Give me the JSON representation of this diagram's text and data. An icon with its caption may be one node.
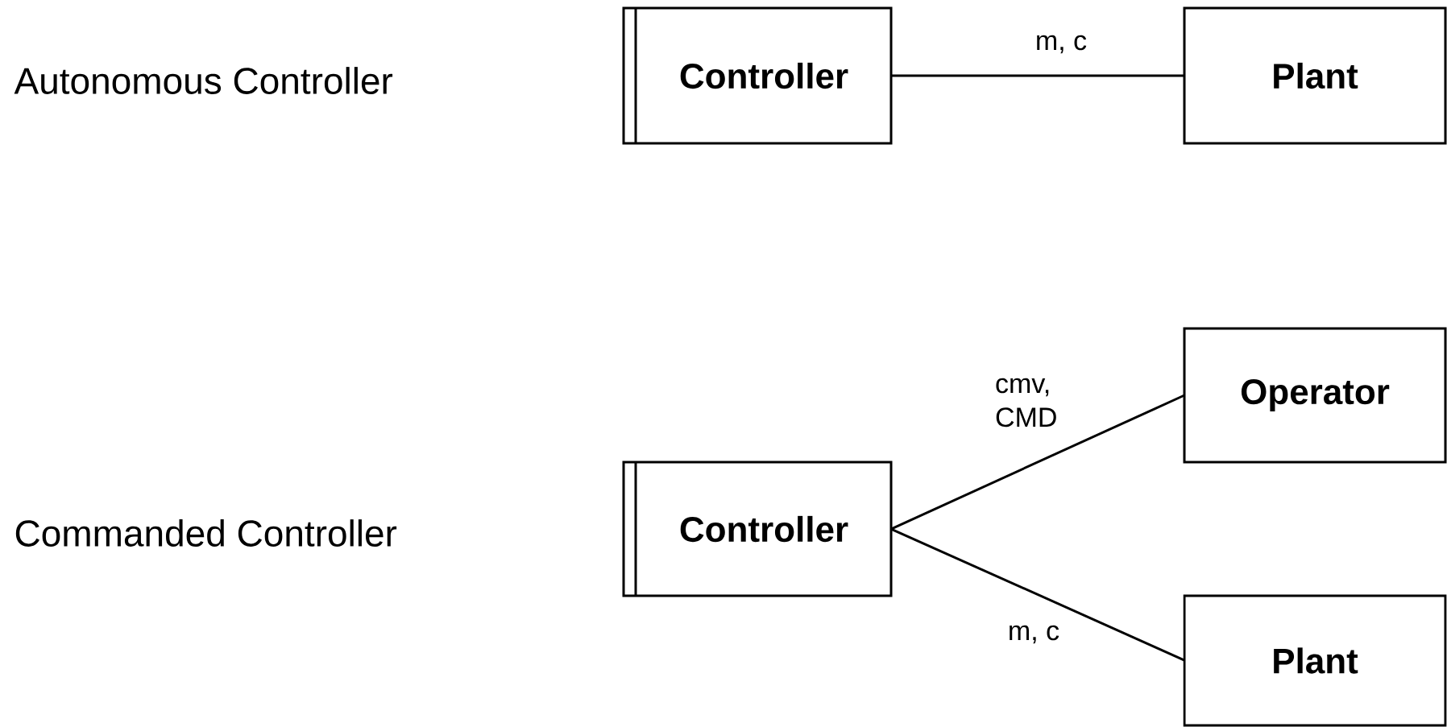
{
  "diagram": {
    "nodes": [
      {
        "text": [
          "Controller"
        ]
      },
      {
        "text": [
          "Plant"
        ]
      },
      {
        "text": [
          "Operator"
        ]
      },
      {
        "text": [
          "Controller"
        ]
      },
      {
        "text": [
          "Plant"
        ]
      }
    ],
    "edges": [
      {
        "from": 0,
        "to": 1,
        "arrow": "none",
        "label": "m, c"
      },
      {
        "from": 3,
        "to": 2,
        "arrow": "none",
        "label": "cmv, CMD"
      },
      {
        "from": 3,
        "to": 4,
        "arrow": "none",
        "label": "m, c"
      }
    ],
    "labels": [
      "Autonomous Controller",
      "Commanded Controller"
    ]
  }
}
